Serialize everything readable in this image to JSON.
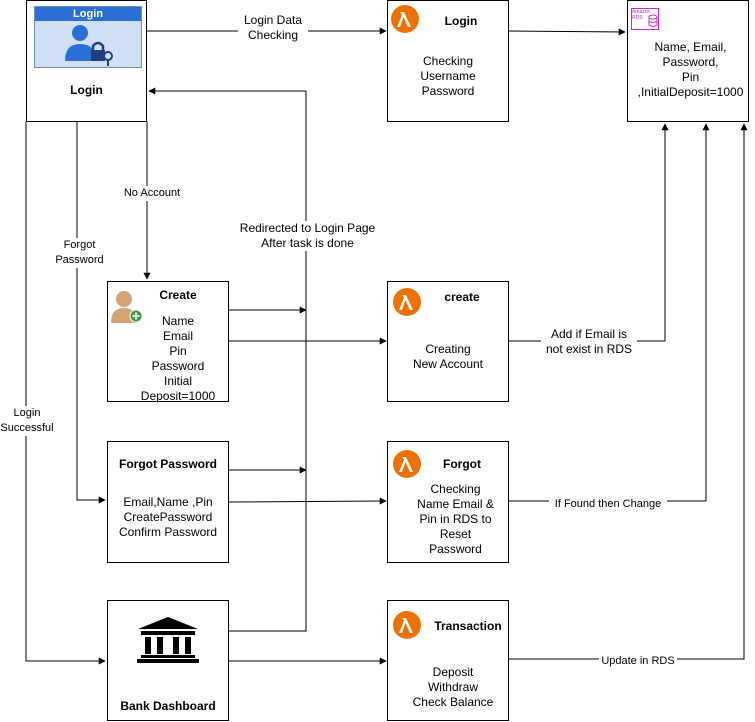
{
  "nodes": {
    "login_ui": {
      "banner": "Login",
      "title": "Login"
    },
    "create_ui": {
      "title": "Create",
      "body": "Name\nEmail\nPin\nPassword\nInitial\nDeposit=1000"
    },
    "forgot_ui": {
      "title": "Forgot Password",
      "body": "Email,Name ,Pin\nCreatePassword\nConfirm Password"
    },
    "dashboard_ui": {
      "title": "Bank Dashboard"
    },
    "lambda_login": {
      "title": "Login",
      "body": "Checking\nUsername\nPassword"
    },
    "lambda_create": {
      "title": "create",
      "body": "Creating\nNew Account"
    },
    "lambda_forgot": {
      "title": "Forgot",
      "body": "Checking\nName Email &\nPin in RDS to\nReset\nPassword"
    },
    "lambda_transaction": {
      "title": "Transaction",
      "body": "Deposit\nWithdraw\nCheck Balance"
    },
    "rds": {
      "badge": "Amazon\nRDS",
      "body": "Name, Email,\nPassword,\nPin\n,InitialDeposit=1000"
    }
  },
  "edges": {
    "login_data": "Login Data\nChecking",
    "no_account": "No Account",
    "forgot": "Forgot\nPassword",
    "login_success": "Login\nSuccessful",
    "redirect": "Redirected to Login Page\nAfter task is done",
    "add_email": "Add if Email is\nnot exist in RDS",
    "if_found": "If Found  then  Change",
    "update_rds": "Update in RDS"
  },
  "colors": {
    "lambda": "#ed7100",
    "rds": "#c925d1",
    "login_banner": "#2b6fd6",
    "person": "#d4a373"
  }
}
